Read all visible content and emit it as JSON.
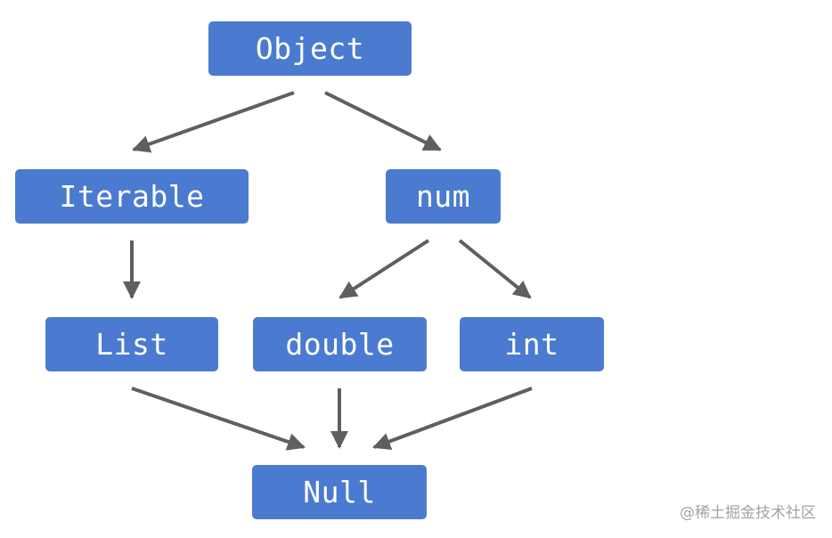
{
  "nodes": {
    "object": "Object",
    "iterable": "Iterable",
    "num": "num",
    "list": "List",
    "double": "double",
    "int": "int",
    "null": "Null"
  },
  "edges": [
    {
      "from": "Object",
      "to": "Iterable"
    },
    {
      "from": "Object",
      "to": "num"
    },
    {
      "from": "Iterable",
      "to": "List"
    },
    {
      "from": "num",
      "to": "double"
    },
    {
      "from": "num",
      "to": "int"
    },
    {
      "from": "List",
      "to": "Null"
    },
    {
      "from": "double",
      "to": "Null"
    },
    {
      "from": "int",
      "to": "Null"
    }
  ],
  "colors": {
    "node_fill": "#4a7bd0",
    "node_text": "#ffffff",
    "arrow": "#5f5f5f",
    "watermark": "#a3a3a3"
  },
  "watermark": "@稀土掘金技术社区"
}
